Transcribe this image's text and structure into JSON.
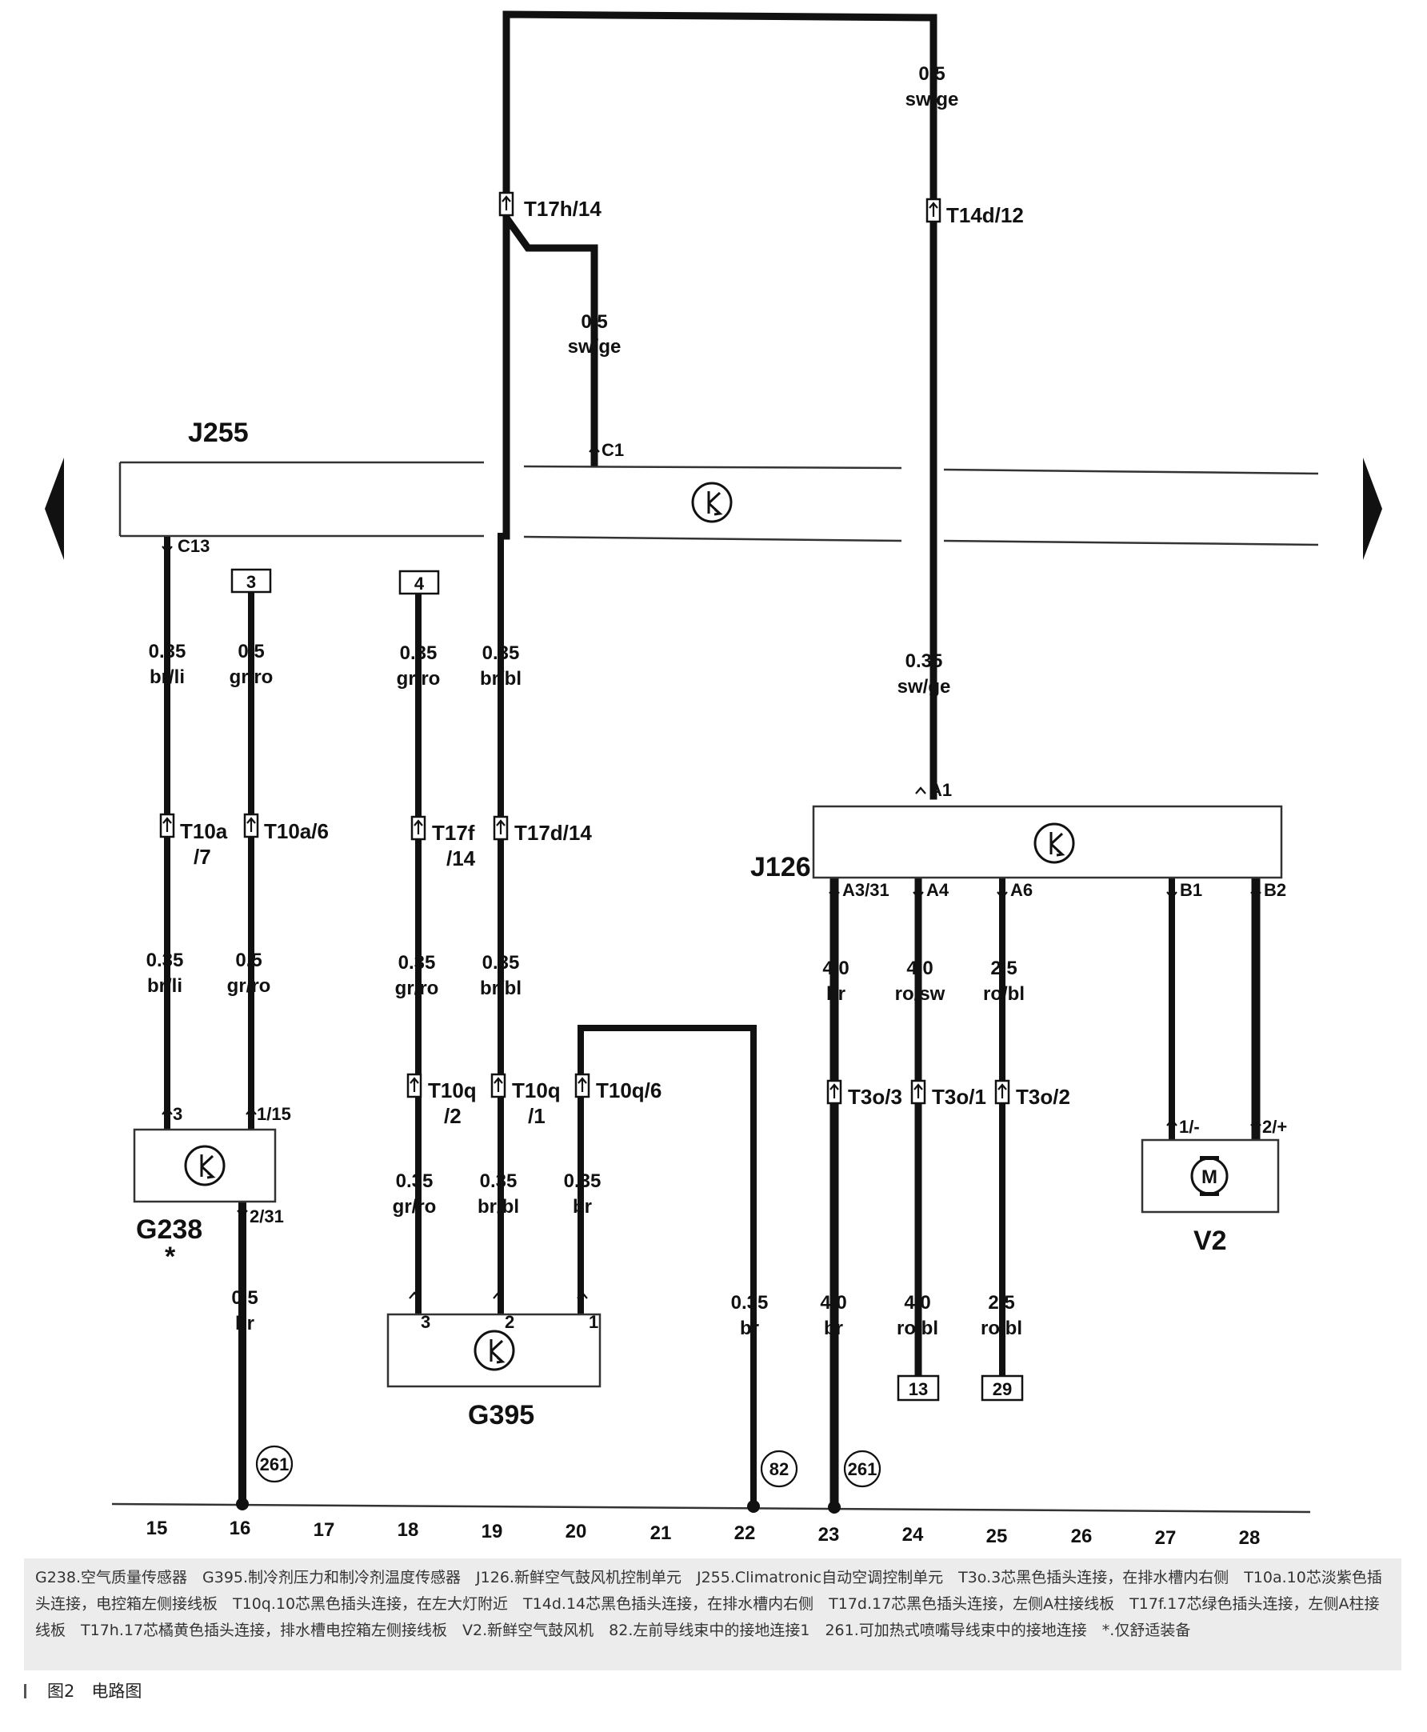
{
  "components": {
    "j255": "J255",
    "j126": "J126",
    "g238": "G238",
    "g238_note": "*",
    "g395": "G395",
    "v2": "V2",
    "motor": "M"
  },
  "connectors": {
    "t17h": "T17h/14",
    "t14d": "T14d/12",
    "t10a7_a": "T10a",
    "t10a7_b": "/7",
    "t10a6": "T10a/6",
    "t17f_a": "T17f",
    "t17f_b": "/14",
    "t17d": "T17d/14",
    "t10q2_a": "T10q",
    "t10q2_b": "/2",
    "t10q1_a": "T10q",
    "t10q1_b": "/1",
    "t10q6": "T10q/6",
    "t3o3": "T3o/3",
    "t3o1": "T3o/1",
    "t3o2": "T3o/2"
  },
  "pins": {
    "c1": "C1",
    "c13": "C13",
    "a1": "A1",
    "a3": "A3/31",
    "a4": "A4",
    "a6": "A6",
    "b1": "B1",
    "b2": "B2",
    "g238_3": "3",
    "g238_115": "1/15",
    "g238_231": "2/31",
    "g395_3": "3",
    "g395_2": "2",
    "g395_1": "1",
    "v2_1": "1/-",
    "v2_2": "2/+"
  },
  "wires": {
    "top_size": "0.5",
    "top_color": "sw/ge",
    "c1_size": "0.5",
    "c1_color": "sw/ge",
    "c13_size": "0.35",
    "c13_color": "br/li",
    "b3_size": "0.5",
    "b3_color": "gr/ro",
    "b4_size": "0.35",
    "b4_color": "gr/ro",
    "x19_size": "0.35",
    "x19_color": "br/bl",
    "a1_size": "0.35",
    "a1_color": "sw/ge",
    "g1_size": "0.35",
    "g1_color": "br/li",
    "g2_size": "0.5",
    "g2_color": "gr/ro",
    "m1_size": "0.35",
    "m1_color": "gr/ro",
    "m2_size": "0.35",
    "m2_color": "br/bl",
    "a3_size": "4.0",
    "a3_color": "br",
    "a4_size": "4.0",
    "a4_color": "ro/sw",
    "a6_size": "2.5",
    "a6_color": "ro/bl",
    "l1_size": "0.35",
    "l1_color": "gr/ro",
    "l2_size": "0.35",
    "l2_color": "br/bl",
    "l3_size": "0.35",
    "l3_color": "br",
    "gnd16_size": "0.5",
    "gnd16_color": "br",
    "w22_size": "0.35",
    "w22_color": "br",
    "w23_size": "4.0",
    "w23_color": "br",
    "w24_size": "4.0",
    "w24_color": "ro/bl",
    "w25_size": "2.5",
    "w25_color": "ro/bl"
  },
  "ref_boxes": {
    "r3": "3",
    "r4": "4",
    "r13": "13",
    "r29": "29"
  },
  "ground_points": {
    "g16": "261",
    "g22": "82",
    "g23": "261"
  },
  "columns": [
    "15",
    "16",
    "17",
    "18",
    "19",
    "20",
    "21",
    "22",
    "23",
    "24",
    "25",
    "26",
    "27",
    "28"
  ],
  "legend": "G238.空气质量传感器　G395.制冷剂压力和制冷剂温度传感器　J126.新鲜空气鼓风机控制单元　J255.Climatronic自动空调控制单元　T3o.3芯黑色插头连接，在排水槽内右侧　T10a.10芯淡紫色插头连接，电控箱左侧接线板　T10q.10芯黑色插头连接，在左大灯附近　T14d.14芯黑色插头连接，在排水槽内右侧　T17d.17芯黑色插头连接，左侧A柱接线板　T17f.17芯绿色插头连接，左侧A柱接线板　T17h.17芯橘黄色插头连接，排水槽电控箱左侧接线板　V2.新鲜空气鼓风机　82.左前导线束中的接地连接1　261.可加热式喷嘴导线束中的接地连接　*.仅舒适装备",
  "caption": "图2　电路图"
}
